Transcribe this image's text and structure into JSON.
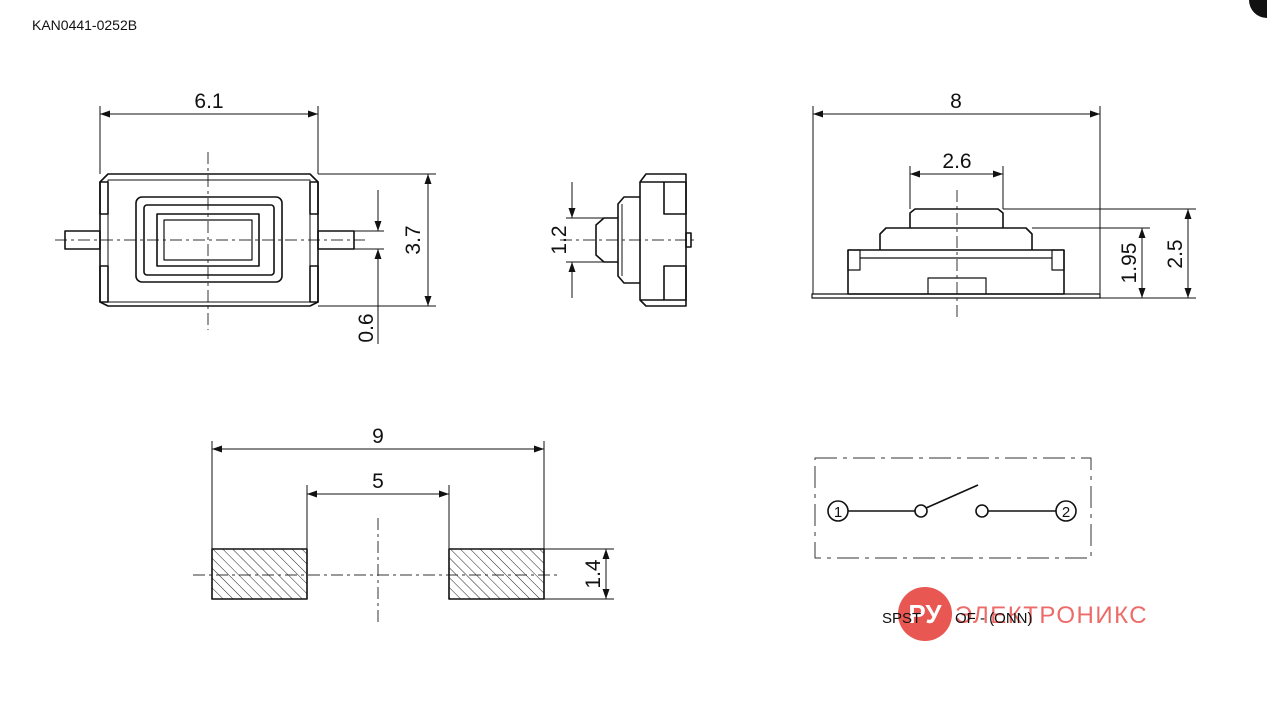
{
  "part_code": "KAN0441-0252B",
  "dimensions": {
    "top_width": "6.1",
    "top_height": "3.7",
    "pin_width": "0.6",
    "side_actuator": "1.2",
    "front_width": "8",
    "front_actuator": "2.6",
    "front_body_height": "1.95",
    "front_total_height": "2.5",
    "pad_span": "9",
    "pad_gap": "5",
    "pad_height": "1.4"
  },
  "schematic": {
    "terminal_1": "1",
    "terminal_2": "2",
    "type_label": "SPST",
    "action_label": "OF - (ONN)"
  },
  "watermark": {
    "logo_text": "РУ",
    "brand_text": "ЭЛЕКТРОНИКС",
    "color": "#e53935"
  }
}
